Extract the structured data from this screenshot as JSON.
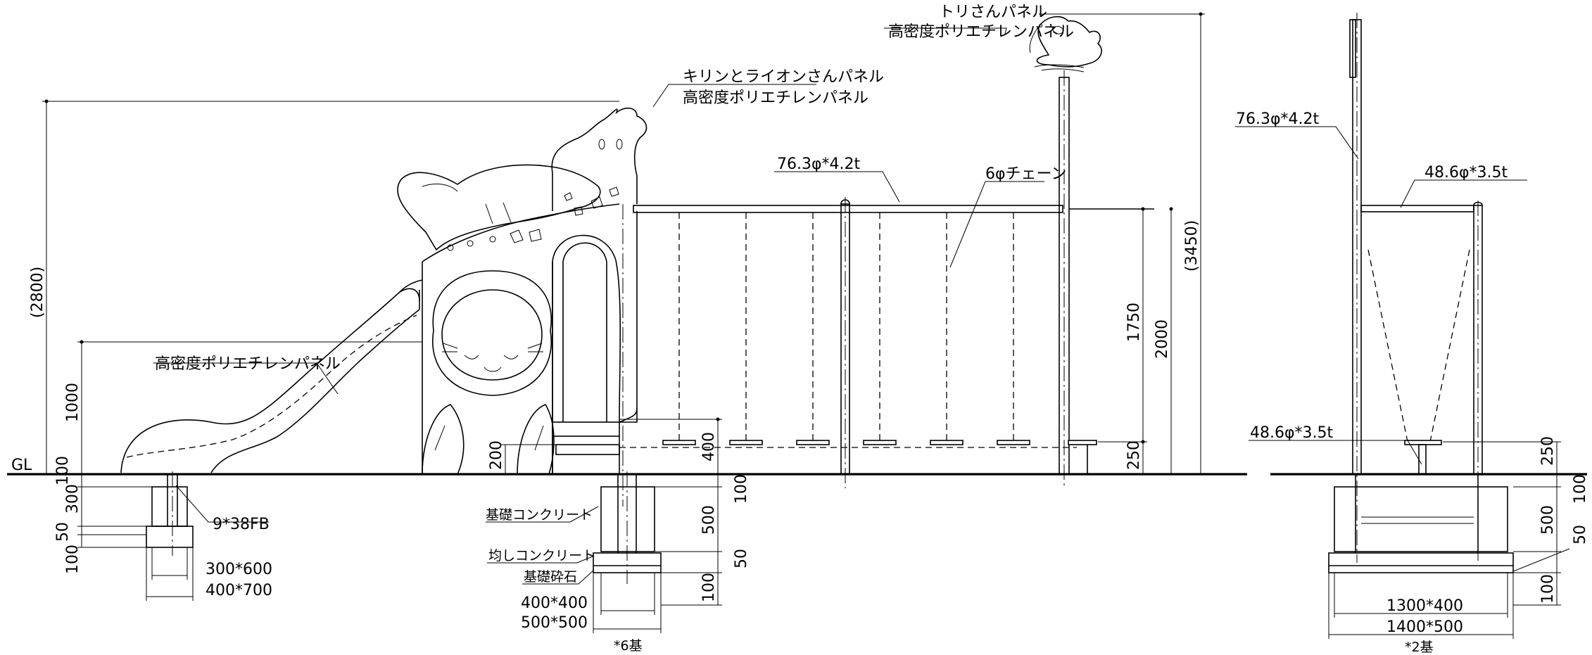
{
  "labels": {
    "gl": "GL",
    "lion_panel_1": "キリンとライオンさんパネル",
    "lion_panel_2": "高密度ポリエチレンパネル",
    "bird_panel_1": "トリさんパネル",
    "bird_panel_2": "高密度ポリエチレンパネル",
    "slide_panel": "高密度ポリエチレンパネル",
    "beam_pipe": "76.3φ*4.2t",
    "chain": "6φチェーン",
    "side_beam_pipe": "76.3φ*4.2t",
    "side_top_pipe": "48.6φ*3.5t",
    "side_post_pipe": "48.6φ*3.5t",
    "flat_bar": "9*38FB",
    "base_concrete": "基礎コンクリート",
    "level_concrete": "均しコンクリート",
    "base_gravel": "基礎砕石",
    "footing_a_1": "300*600",
    "footing_a_2": "400*700",
    "footing_b_1": "400*400",
    "footing_b_2": "500*500",
    "footing_b_count": "*6基",
    "footing_c_1": "1300*400",
    "footing_c_2": "1400*500",
    "footing_c_count": "*2基"
  },
  "dimensions": {
    "h2800": "(2800)",
    "h1000": "1000",
    "h3450": "(3450)",
    "h2000": "2000",
    "h1750": "1750",
    "h250": "250",
    "h400": "400",
    "h200": "200",
    "side_h250": "250",
    "left_100": "100",
    "left_300": "300",
    "left_50": "50",
    "left_100b": "100",
    "mid_100": "100",
    "mid_500": "500",
    "mid_50": "50",
    "mid_100b": "100",
    "right_100": "100",
    "right_500": "500",
    "right_50": "50",
    "right_100b": "100"
  }
}
